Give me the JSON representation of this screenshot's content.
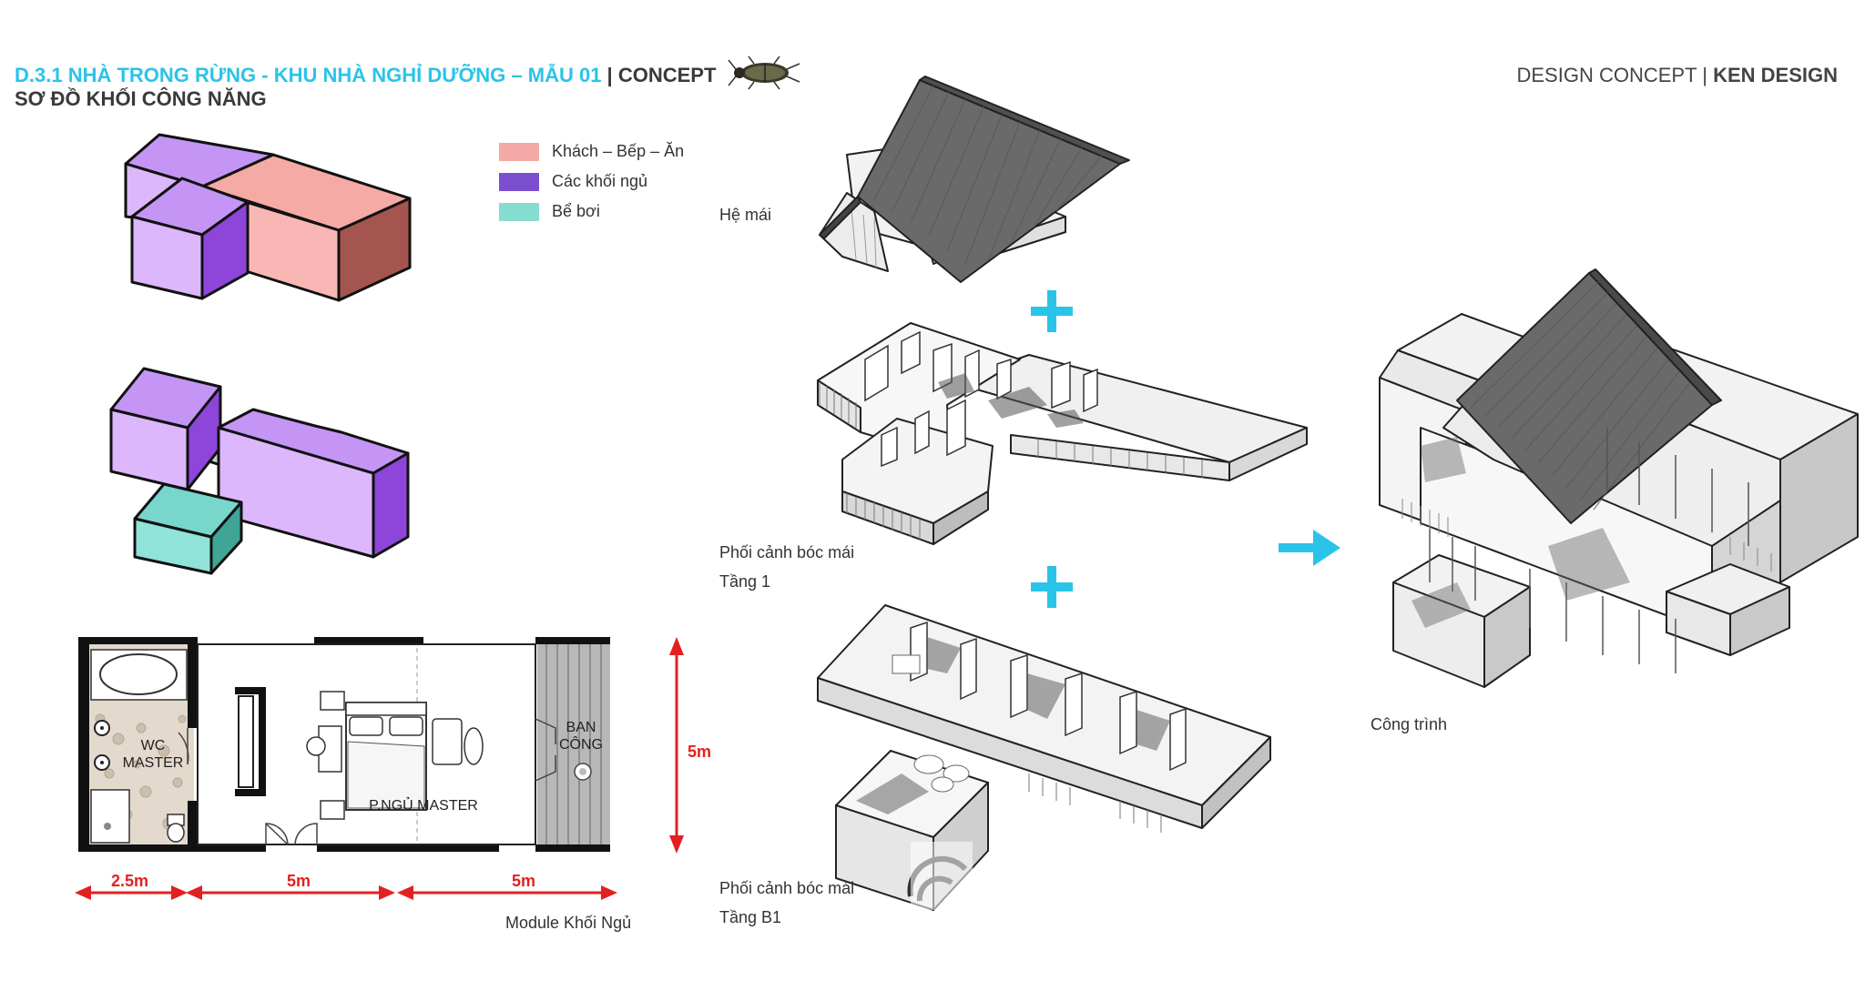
{
  "header": {
    "title_cyan": "D.3.1 NHÀ TRONG RỪNG - KHU NHÀ NGHỈ DƯỠNG – MẪU 01",
    "title_sep": " | ",
    "title_concept": "CONCEPT",
    "subtitle": "SƠ ĐỒ KHỐI CÔNG NĂNG",
    "right_prefix": "DESIGN CONCEPT",
    "right_sep": " | ",
    "right_brand": "KEN DESIGN"
  },
  "legend": [
    {
      "label": "Khách – Bếp – Ăn",
      "color": "#f4a9a6"
    },
    {
      "label": "Các khối ngủ",
      "color": "#7b4fd0"
    },
    {
      "label": "Bể bơi",
      "color": "#87dcd2"
    }
  ],
  "colors": {
    "pink_top": "#f5aaa6",
    "pink_front": "#f8b7b4",
    "pink_side": "#a55550",
    "purple_top": "#c495f5",
    "purple_front": "#dcb7fb",
    "purple_side": "#8e45d9",
    "teal_top": "#79d6cc",
    "teal_front": "#8fe3d8",
    "teal_side": "#3fa596",
    "accent_cyan": "#29c4e8",
    "dim_red": "#e32020"
  },
  "floorplan": {
    "wc": "WC\nMASTER",
    "bedroom": "P.NGỦ MASTER",
    "balcony": "BAN\nCÔNG",
    "dims": {
      "d1": "2.5m",
      "d2": "5m",
      "d3": "5m",
      "height": "5m"
    },
    "caption": "Module Khối Ngủ"
  },
  "captions": {
    "roof": "Hệ mái",
    "floor1_a": "Phối cảnh bóc mái",
    "floor1_b": "Tầng 1",
    "floorb1_a": "Phối cảnh bóc mái",
    "floorb1_b": "Tầng B1",
    "building": "Công trình"
  }
}
